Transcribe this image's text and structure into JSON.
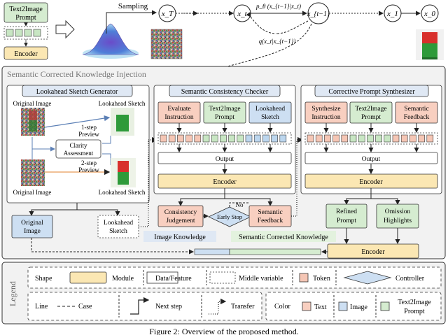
{
  "top": {
    "text2image_prompt": [
      "Text2Image",
      "Prompt"
    ],
    "encoder": "Encoder",
    "sampling": "Sampling",
    "xT": "x_T",
    "xt": "x_t",
    "xt1": "x_{t−1}",
    "x1": "x_1",
    "x0": "x_0",
    "ptheta": "p_θ (x_{t−1}|x_t)",
    "q": "q(x_t|x_{t−1})"
  },
  "sck": {
    "title": "Semantic Corrected Knowledge Injection",
    "lookahead": {
      "title": "Lookahead Sketch Generator",
      "original_image": "Original Image",
      "lookahead_sketch": "Lookahead Sketch",
      "step1": [
        "1-step",
        "Preview"
      ],
      "clarity": [
        "Clarity",
        "Assessment"
      ],
      "step2": [
        "2-step",
        "Preview"
      ]
    },
    "checker": {
      "title": "Semantic Consistency Checker",
      "evaluate": [
        "Evaluate",
        "Instruction"
      ],
      "prompt": [
        "Text2Image",
        "Prompt"
      ],
      "sketch": [
        "Lookahead",
        "Sketch"
      ],
      "output": "Output",
      "encoder": "Encoder",
      "consistency": [
        "Consistency",
        "Judgement"
      ],
      "early_stop": "Early Stop",
      "no": "No",
      "feedback": [
        "Semantic",
        "Feedback"
      ]
    },
    "synth": {
      "title": "Corrective Prompt Synthesizer",
      "synthesize": [
        "Synthesize",
        "Instruction"
      ],
      "prompt": [
        "Text2Image",
        "Prompt"
      ],
      "feedback": [
        "Semantic",
        "Feedback"
      ],
      "output": "Output",
      "encoder": "Encoder",
      "refined": [
        "Refined",
        "Prompt"
      ],
      "omission": [
        "Omission",
        "Highlights"
      ]
    },
    "bottom": {
      "original_image": [
        "Original",
        "Image"
      ],
      "lookahead_sketch": [
        "Lookahead",
        "Sketch"
      ],
      "image_knowledge": "Image Knowledge",
      "corrected_knowledge": "Semantic Corrected Knowledge",
      "encoder": "Encoder"
    }
  },
  "legend": {
    "title": "Legend",
    "shape": "Shape",
    "module": "Module",
    "data_feature": "Data/Feature",
    "middle_variable": "Middle variable",
    "token": "Token",
    "controller": "Controller",
    "line": "Line",
    "case": "Case",
    "next_step": "Next step",
    "transfer": "Transfer",
    "color": "Color",
    "text": "Text",
    "image": "Image",
    "t2i_prompt": [
      "Text2Image",
      "Prompt"
    ]
  },
  "caption": "Figure 2: Overview of the proposed method.",
  "colors": {
    "module": "#fbe7b3",
    "text": "#f8cfc0",
    "image": "#cddff2",
    "prompt": "#d5ecd0",
    "token_green": "#c8e6c3",
    "token_blue": "#bcd6ee",
    "token_salmon": "#f5c6b5",
    "panel_bg": "#f2f2f2",
    "title_box": "#dfe8f4",
    "red_cube": "#d8302c",
    "green_cube": "#2e9a3a"
  }
}
